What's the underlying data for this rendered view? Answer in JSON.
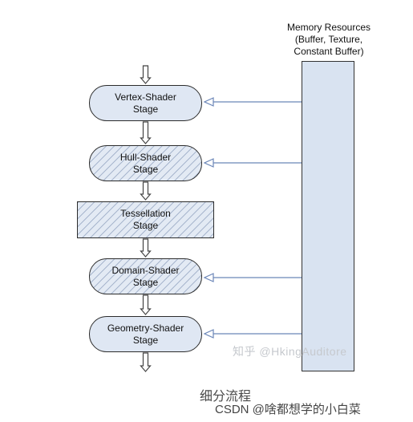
{
  "memory": {
    "title_lines": [
      "Memory Resources",
      "(Buffer, Texture,",
      "Constant Buffer)"
    ]
  },
  "stages": [
    {
      "line1": "Vertex-Shader",
      "line2": "Stage",
      "shape": "pill",
      "hatched": false
    },
    {
      "line1": "Hull-Shader",
      "line2": "Stage",
      "shape": "pill",
      "hatched": true
    },
    {
      "line1": "Tessellation",
      "line2": "Stage",
      "shape": "rect",
      "hatched": true
    },
    {
      "line1": "Domain-Shader",
      "line2": "Stage",
      "shape": "pill",
      "hatched": true
    },
    {
      "line1": "Geometry-Shader",
      "line2": "Stage",
      "shape": "pill",
      "hatched": false
    }
  ],
  "watermark": "知乎 @HkingAuditore",
  "caption": "细分流程",
  "credit": "CSDN @啥都想学的小白菜",
  "colors": {
    "box_fill": "#dfe7f3",
    "memory_fill": "#d9e3f1",
    "connector_line": "#6b86b8",
    "flow_arrow": "#444444"
  }
}
